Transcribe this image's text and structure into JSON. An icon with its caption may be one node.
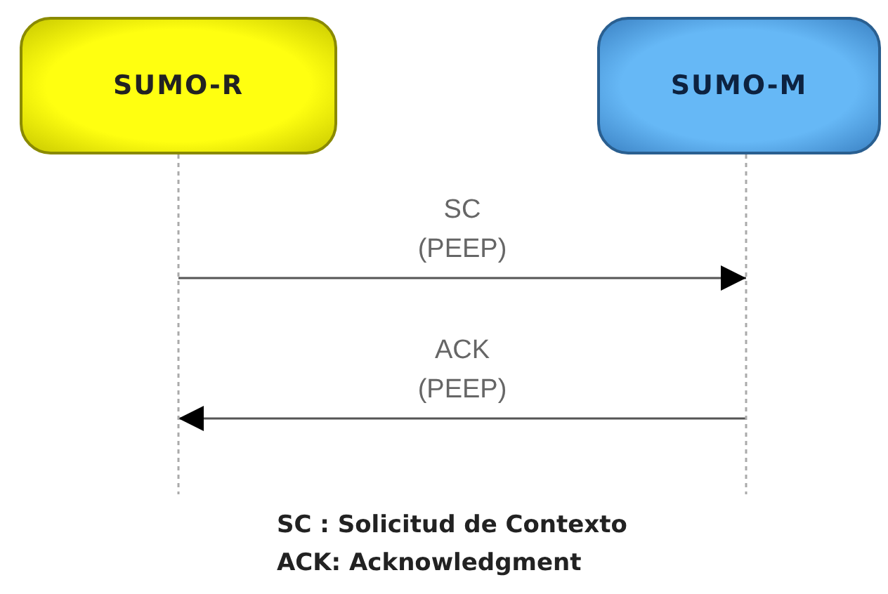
{
  "diagram": {
    "nodes": [
      {
        "text": [
          "SUMO-R"
        ]
      },
      {
        "text": [
          "SUMO-M"
        ]
      }
    ],
    "edges": [
      {
        "from": 0,
        "to": 1,
        "arrow": "to",
        "label": "SC (PEEP)"
      },
      {
        "from": 1,
        "to": 0,
        "arrow": "to",
        "label": "ACK (PEEP)"
      }
    ],
    "labels": [
      "SC : Solicitud de Contexto",
      "ACK: Acknowledgment"
    ]
  }
}
